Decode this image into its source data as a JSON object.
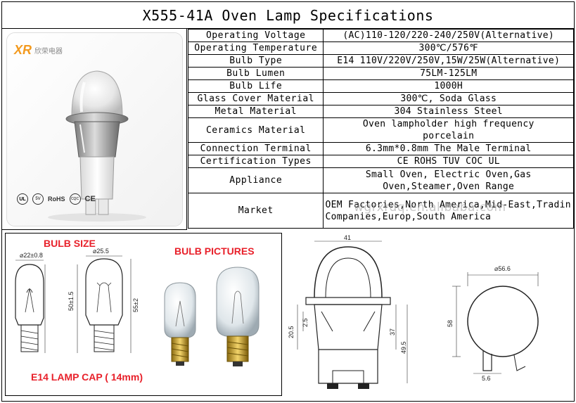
{
  "title": "X555-41A Oven Lamp Specifications",
  "brand": {
    "logo_text": "XR",
    "name_cn": "欣荣电器"
  },
  "cert_logos": [
    "UL",
    "5V",
    "RoHS",
    "CQC",
    "CE"
  ],
  "specs": [
    {
      "label": "Operating Voltage",
      "value": "(AC)110-120/220-240/250V(Alternative)"
    },
    {
      "label": "Operating Temperature",
      "value": "300℃/576℉"
    },
    {
      "label": "Bulb Type",
      "value": "E14 110V/220V/250V,15W/25W(Alternative)"
    },
    {
      "label": "Bulb Lumen",
      "value": "75LM-125LM"
    },
    {
      "label": "Bulb Life",
      "value": "1000H"
    },
    {
      "label": "Glass Cover Material",
      "value": "300℃, Soda Glass"
    },
    {
      "label": "Metal Material",
      "value": "304 Stainless Steel"
    },
    {
      "label": "Ceramics Material",
      "value": "Oven lampholder high frequency porcelain"
    },
    {
      "label": "Connection Terminal",
      "value": "6.3mm*0.8mm The Male Terminal"
    },
    {
      "label": "Certification Types",
      "value": "CE ROHS TUV COC UL"
    },
    {
      "label": "Appliance",
      "value": "Small Oven, Electric Oven,Gas Oven,Steamer,Oven Range"
    },
    {
      "label": "Market",
      "value": "OEM Factories,North America,Mid-East,Tradin Companies,Europ,South America"
    }
  ],
  "watermark": "wgrxrdq.en.alibaba.com",
  "diagram": {
    "bulb_size_label": "BULB SIZE",
    "bulb_pictures_label": "BULB PICTURES",
    "cap_label": "E14 LAMP CAP ( 14mm)",
    "dims": {
      "d1": "⌀22±0.8",
      "d2": "⌀25.5",
      "h1": "50±1.5",
      "h2": "55±2",
      "w_top": "41",
      "h_a": "20.5",
      "h_b": "2.5",
      "h_c": "37",
      "h_d": "49.5",
      "circle_d": "⌀56.6",
      "circle_h": "58",
      "tab_w": "5.6"
    }
  }
}
